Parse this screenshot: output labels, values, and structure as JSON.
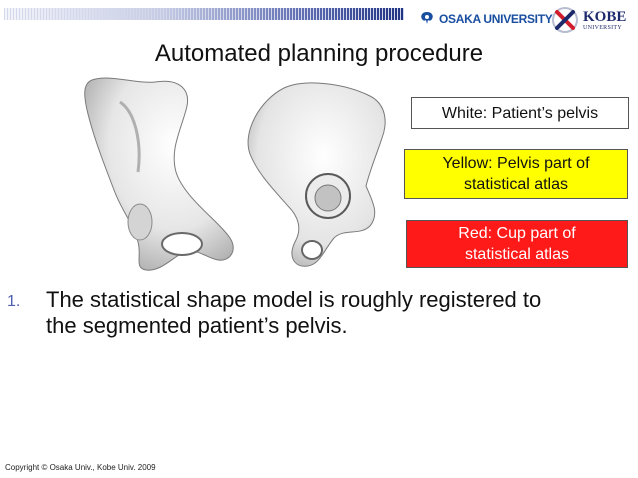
{
  "header": {
    "osaka_logo_text": "OSAKA UNIVERSITY",
    "kobe_logo_text": "KOBE",
    "kobe_logo_subtext": "UNIVERSITY",
    "brand_colors": {
      "osaka_blue": "#1a4ea0",
      "kobe_navy": "#1d2a6b",
      "kobe_red": "#d21e2b"
    }
  },
  "slide": {
    "title": "Automated planning procedure",
    "legend": {
      "white": [
        "White: Patient’s pelvis"
      ],
      "yellow": [
        "Yellow: Pelvis part of",
        "statistical atlas"
      ],
      "red": [
        "Red: Cup part of",
        "statistical atlas"
      ]
    },
    "bullets": [
      {
        "number": "1.",
        "text_lines": [
          "The statistical shape model is roughly registered to",
          "the segmented patient’s pelvis."
        ]
      }
    ],
    "images": [
      "pelvis-front-view",
      "pelvis-lateral-view"
    ]
  },
  "footer": {
    "copyright": "Copyright © Osaka Univ., Kobe Univ. 2009"
  }
}
